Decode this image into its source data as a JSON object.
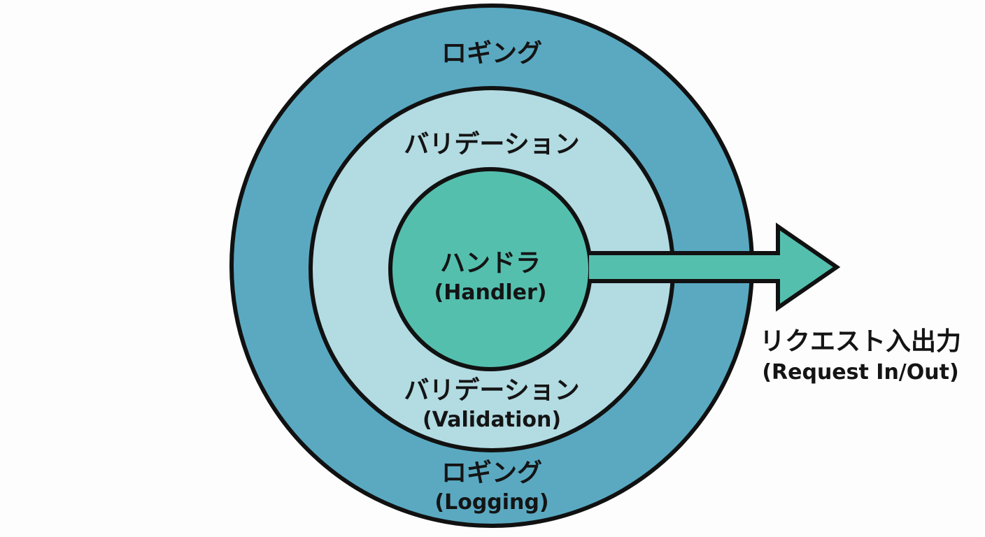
{
  "colors": {
    "outer_ring": "#5aa9c1",
    "middle_ring": "#b2dbe2",
    "core": "#55bfae",
    "arrow": "#55bfae",
    "stroke": "#111111"
  },
  "layers": {
    "logging": {
      "top_label": "ロギング",
      "bottom_label": "ロギング",
      "bottom_sub": "(Logging)"
    },
    "validation": {
      "top_label": "バリデーション",
      "bottom_label": "バリデーション",
      "bottom_sub": "(Validation)"
    },
    "handler": {
      "label": "ハンドラ",
      "sub": "(Handler)"
    }
  },
  "arrow": {
    "label": "リクエスト入出力",
    "sub": "(Request In/Out)"
  }
}
